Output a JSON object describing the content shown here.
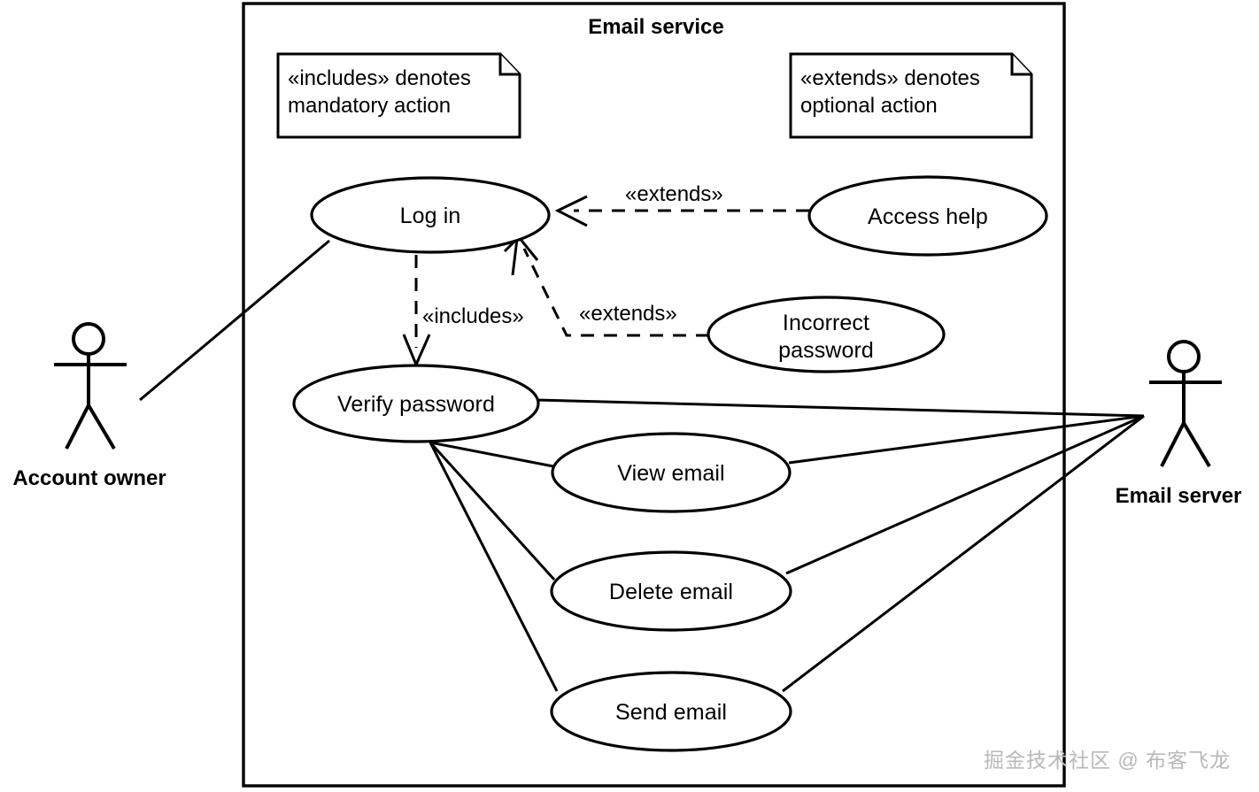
{
  "diagram": {
    "type": "uml-use-case-diagram",
    "boundary": {
      "title": "Email service"
    },
    "notes": [
      {
        "id": "note-includes",
        "line1": "«includes» denotes",
        "line2": "mandatory action"
      },
      {
        "id": "note-extends",
        "line1": "«extends» denotes",
        "line2": "optional action"
      }
    ],
    "actors": [
      {
        "id": "account-owner",
        "name": "Account owner"
      },
      {
        "id": "email-server",
        "name": "Email server"
      }
    ],
    "use_cases": [
      {
        "id": "log-in",
        "label": "Log in"
      },
      {
        "id": "access-help",
        "label": "Access help"
      },
      {
        "id": "incorrect-password",
        "line1": "Incorrect",
        "line2": "password"
      },
      {
        "id": "verify-password",
        "label": "Verify password"
      },
      {
        "id": "view-email",
        "label": "View email"
      },
      {
        "id": "delete-email",
        "label": "Delete email"
      },
      {
        "id": "send-email",
        "label": "Send email"
      }
    ],
    "relationship_labels": {
      "extends_access_help": "«extends»",
      "includes_verify": "«includes»",
      "extends_incorrect": "«extends»"
    },
    "watermark": "掘金技术社区 @ 布客飞龙"
  },
  "colors": {
    "stroke": "#000000",
    "background": "#ffffff",
    "watermark": "#b9b9b9"
  }
}
